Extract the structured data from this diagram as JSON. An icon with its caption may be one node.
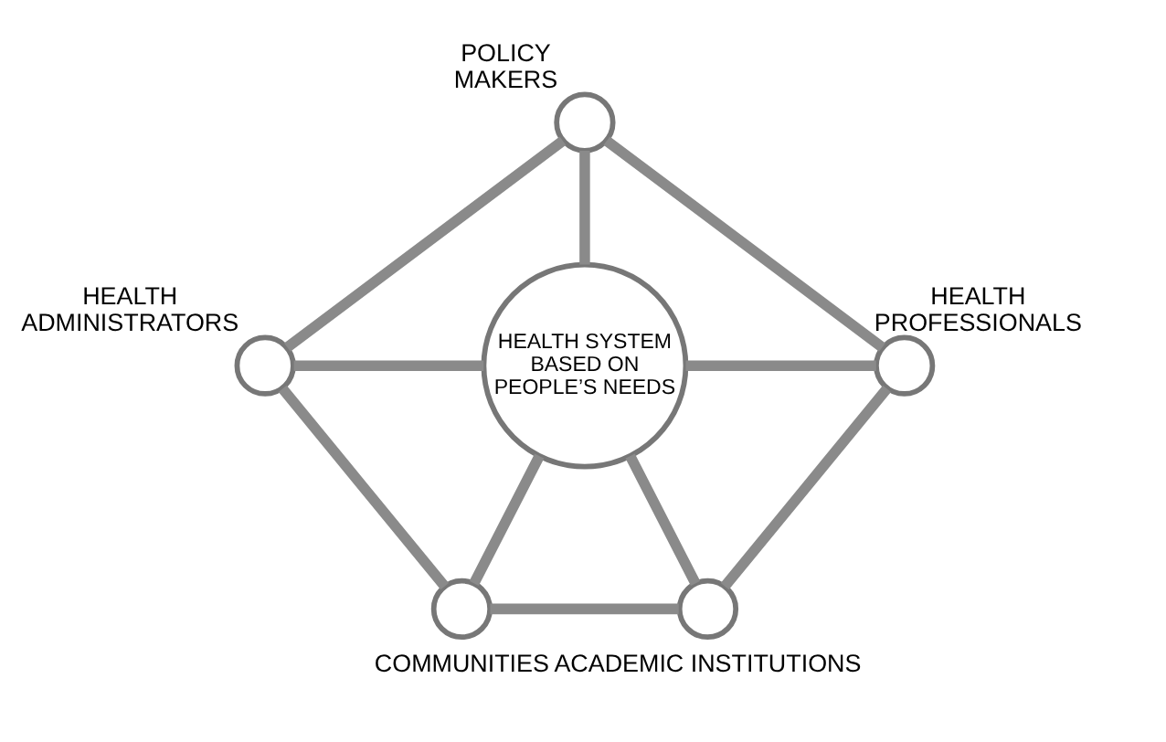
{
  "diagram": {
    "nodes": [
      {
        "text": [
          "HEALTH SYSTEM BASED ON PEOPLE’S NEEDS"
        ]
      },
      {
        "text": [],
        "shape": "circle",
        "beside": [
          "POLICY MAKERS"
        ]
      },
      {
        "text": [],
        "shape": "circle",
        "beside": [
          "HEALTH PROFESSIONALS"
        ]
      },
      {
        "text": [],
        "shape": "circle",
        "beside": [
          "ACADEMIC INSTITUTIONS"
        ]
      },
      {
        "text": [],
        "shape": "circle",
        "beside": [
          "COMMUNITIES"
        ]
      },
      {
        "text": [],
        "shape": "circle",
        "beside": [
          "HEALTH ADMINISTRATORS"
        ]
      }
    ],
    "edges": [
      {
        "from": 0,
        "to": 1,
        "arrow": "none"
      },
      {
        "from": 0,
        "to": 2,
        "arrow": "none"
      },
      {
        "from": 0,
        "to": 3,
        "arrow": "none"
      },
      {
        "from": 0,
        "to": 4,
        "arrow": "none"
      },
      {
        "from": 0,
        "to": 5,
        "arrow": "none"
      },
      {
        "from": 1,
        "to": 2,
        "arrow": "none"
      },
      {
        "from": 2,
        "to": 3,
        "arrow": "none"
      },
      {
        "from": 3,
        "to": 4,
        "arrow": "none"
      },
      {
        "from": 4,
        "to": 5,
        "arrow": "none"
      },
      {
        "from": 5,
        "to": 1,
        "arrow": "none"
      }
    ]
  }
}
